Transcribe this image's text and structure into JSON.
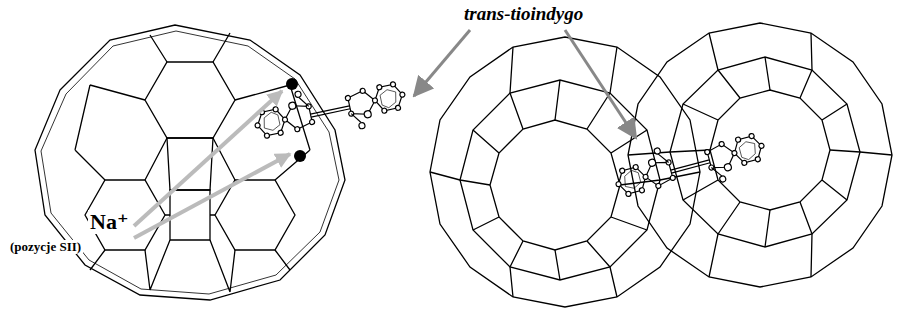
{
  "diagram": {
    "labels": [
      "trans-tioindygo",
      "Na⁺",
      "(pozycje SII)"
    ]
  }
}
